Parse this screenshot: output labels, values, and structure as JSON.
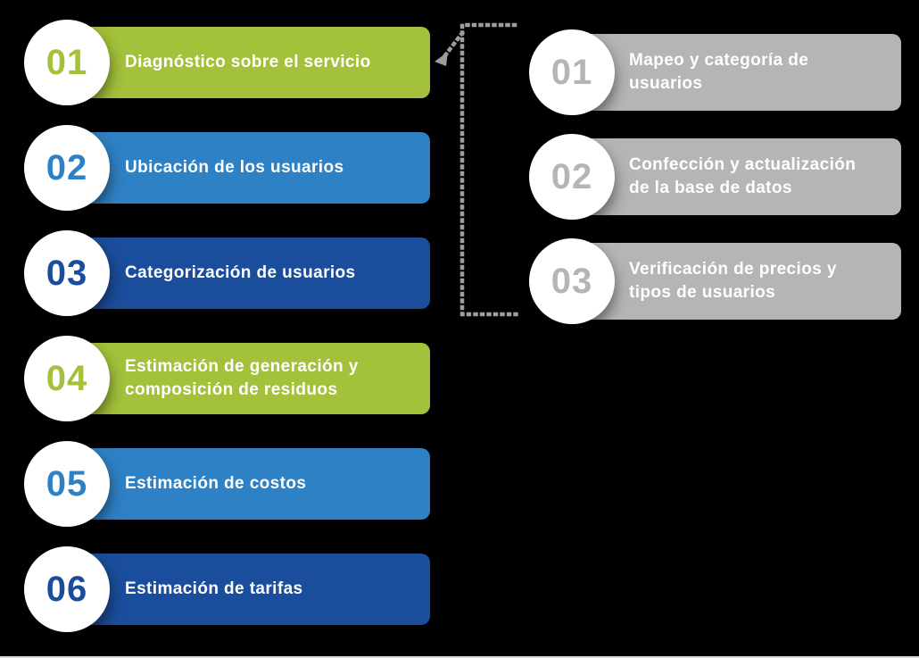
{
  "diagram": {
    "background": "#000000",
    "circle_bg": "#ffffff",
    "label_color": "#ffffff",
    "left_steps": [
      {
        "number": "01",
        "label": "Diagnóstico sobre el servicio",
        "color": "#a3c13a"
      },
      {
        "number": "02",
        "label": "Ubicación de los usuarios",
        "color": "#2e81c4"
      },
      {
        "number": "03",
        "label": "Categorización de usuarios",
        "color": "#1a4d9b"
      },
      {
        "number": "04",
        "label": "Estimación de generación y composición de residuos",
        "color": "#a3c13a"
      },
      {
        "number": "05",
        "label": "Estimación de costos",
        "color": "#2e81c4"
      },
      {
        "number": "06",
        "label": "Estimación de tarifas",
        "color": "#1a4d9b"
      }
    ],
    "right_steps": [
      {
        "number": "01",
        "label": "Mapeo y categoría de usuarios",
        "color": "#b5b5b5"
      },
      {
        "number": "02",
        "label": "Confección y actualización de la base de datos",
        "color": "#b5b5b5"
      },
      {
        "number": "03",
        "label": "Verificación de precios y tipos de usuarios",
        "color": "#b5b5b5"
      }
    ],
    "connector": {
      "color": "#9d9d9d",
      "style": "dotted",
      "shape": "bracket-with-arrow"
    }
  }
}
